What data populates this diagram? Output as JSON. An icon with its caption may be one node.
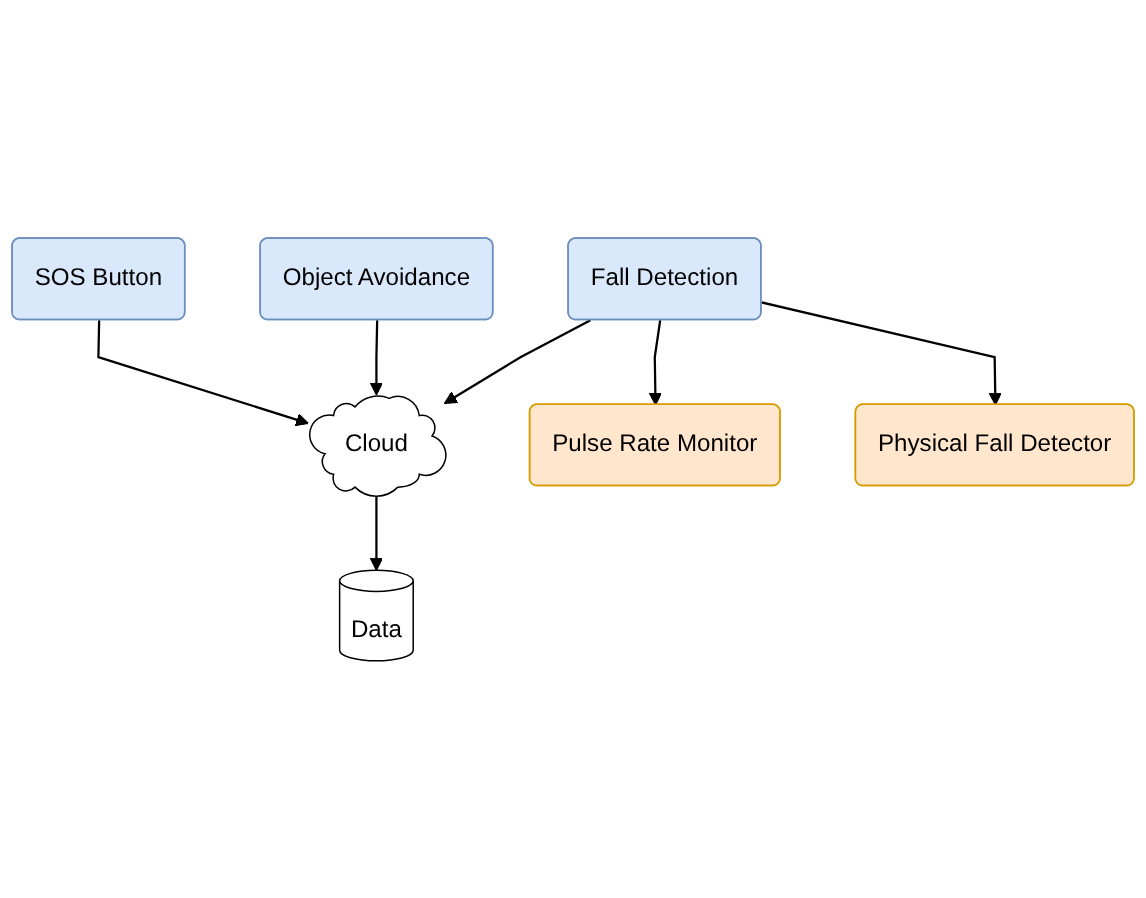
{
  "diagram": {
    "nodes": [
      {
        "text": [
          "Data"
        ]
      },
      {
        "text": [
          "SOS Button"
        ]
      },
      {
        "text": [
          "Cloud"
        ]
      },
      {
        "text": [
          "Object Avoidance"
        ]
      },
      {
        "text": [
          "Fall Detection"
        ]
      },
      {
        "text": [
          "Pulse Rate Monitor"
        ]
      },
      {
        "text": [
          "Physical Fall Detector"
        ]
      }
    ],
    "edges": [
      {
        "from": 2,
        "to": 0,
        "arrow": "to"
      },
      {
        "from": 1,
        "to": 2,
        "arrow": "to"
      },
      {
        "from": 3,
        "to": 2,
        "arrow": "to"
      },
      {
        "from": 4,
        "to": 2,
        "arrow": "to"
      },
      {
        "from": 4,
        "to": 5,
        "arrow": "to"
      },
      {
        "from": 4,
        "to": 6,
        "arrow": "to"
      }
    ]
  }
}
